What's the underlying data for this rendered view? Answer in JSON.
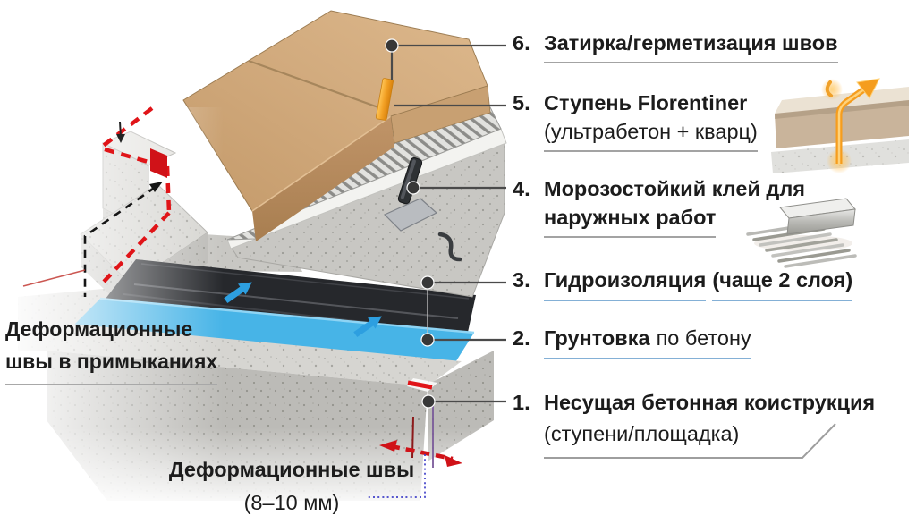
{
  "palette": {
    "text": "#1c1c1c",
    "leader_line": "#4a4a4a",
    "underline_gray": "#a3a3a3",
    "underline_blue": "#84b0d6",
    "joint_red": "#e01418",
    "sealant_orange": "#f2a024",
    "primer_blue": "#47b4e7",
    "waterproof_dark": "#26282c",
    "tile_beige": "#c9a172",
    "concrete_gray": "#d2d1cd",
    "connector_dotted_blue": "#4040c8"
  },
  "callouts": {
    "c6": {
      "n": "6.",
      "l1": "Затирка/герметизация швов"
    },
    "c5": {
      "n": "5.",
      "l1": "Ступень Florentiner",
      "l2": "(ультрабетон + кварц)"
    },
    "c4": {
      "n": "4.",
      "l1": "Морозостойкий клей для",
      "l2": "наружных работ"
    },
    "c3": {
      "n": "3.",
      "p1": "Гидроизоляция",
      "p2": "(чаще 2 слоя)"
    },
    "c2": {
      "n": "2.",
      "p1": "Грунтовка",
      "p2": "по бетону"
    },
    "c1": {
      "n": "1.",
      "l1": "Несущая бетонная коиструкция",
      "l2": "(ступени/площадка)"
    }
  },
  "labels": {
    "left": {
      "l1": "Деформационные",
      "l2": "швы в примыканиях"
    },
    "bottom": {
      "l1": "Деформационные швы",
      "l2": "(8–10 мм)"
    }
  },
  "icons": {
    "step_vapor": "step-vapor-arrow-icon",
    "trowel": "notched-trowel-icon",
    "expansion_arrows": "expansion-joint-width-arrows-icon"
  }
}
